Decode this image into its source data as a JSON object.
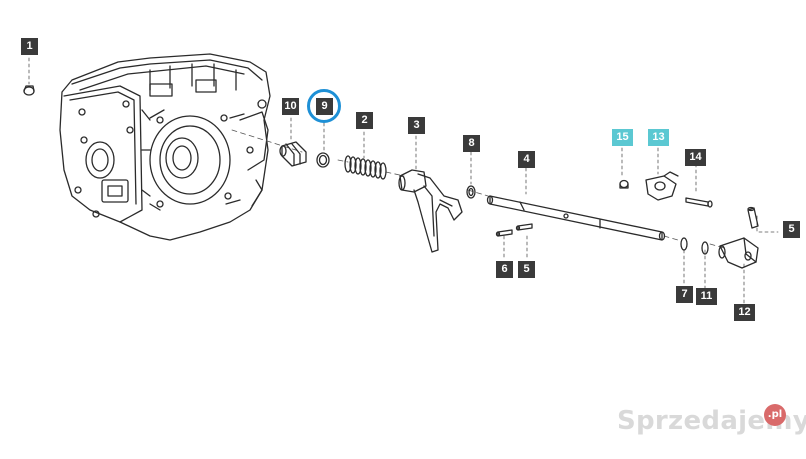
{
  "diagram": {
    "callouts": [
      {
        "id": "c1",
        "label": "1"
      },
      {
        "id": "c10",
        "label": "10"
      },
      {
        "id": "c9",
        "label": "9"
      },
      {
        "id": "c2",
        "label": "2"
      },
      {
        "id": "c3",
        "label": "3"
      },
      {
        "id": "c8",
        "label": "8"
      },
      {
        "id": "c4",
        "label": "4"
      },
      {
        "id": "c15",
        "label": "15"
      },
      {
        "id": "c13",
        "label": "13"
      },
      {
        "id": "c14",
        "label": "14"
      },
      {
        "id": "c5a",
        "label": "5"
      },
      {
        "id": "c6",
        "label": "6"
      },
      {
        "id": "c5b",
        "label": "5"
      },
      {
        "id": "c7",
        "label": "7"
      },
      {
        "id": "c11",
        "label": "11"
      },
      {
        "id": "c12",
        "label": "12"
      }
    ],
    "highlighted_part": "9"
  },
  "watermark": {
    "text": "Sprzedajemy",
    "badge": ".pl"
  },
  "icons": {
    "highlight": "highlight-ring-icon"
  },
  "colors": {
    "callout_dark": "#3a3a3a",
    "callout_highlight": "#5bc8d2",
    "ring": "#1e90d6"
  }
}
